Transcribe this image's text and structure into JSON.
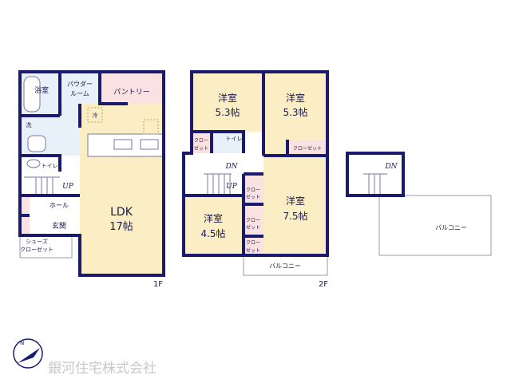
{
  "colors": {
    "wall": "#1a1a6e",
    "room": "#fbeec4",
    "wet": "#e8f1fa",
    "pink": "#fbe2e2",
    "closet": "#fbe2e2",
    "logo": "#bbbbbb"
  },
  "floor1": {
    "label": "1F",
    "rooms": {
      "bath": "浴室",
      "powder": "パウダー",
      "powder2": "ルーム",
      "pantry": "パントリー",
      "wash": "洗",
      "fridge": "冷",
      "toilet": "トイレ",
      "up": "UP",
      "hall": "ホール",
      "entrance": "玄関",
      "shoes1": "シューズ",
      "shoes2": "クローゼット",
      "ldk": "LDK",
      "ldk_size": "17帖"
    }
  },
  "floor2": {
    "label": "2F",
    "rooms": {
      "western": "洋室",
      "nw_size": "5.3帖",
      "ne_size": "5.3帖",
      "sw_size": "4.5帖",
      "se_size": "7.5帖",
      "closet1": "クロー",
      "closet2": "ゼット",
      "closet_wide": "クローゼット",
      "toilet": "トイレ",
      "dn": "DN",
      "up": "UP",
      "balcony": "バルコニー"
    }
  },
  "floor3": {
    "dn": "DN",
    "balcony": "バルコニー"
  },
  "company": "銀河住宅株式会社"
}
